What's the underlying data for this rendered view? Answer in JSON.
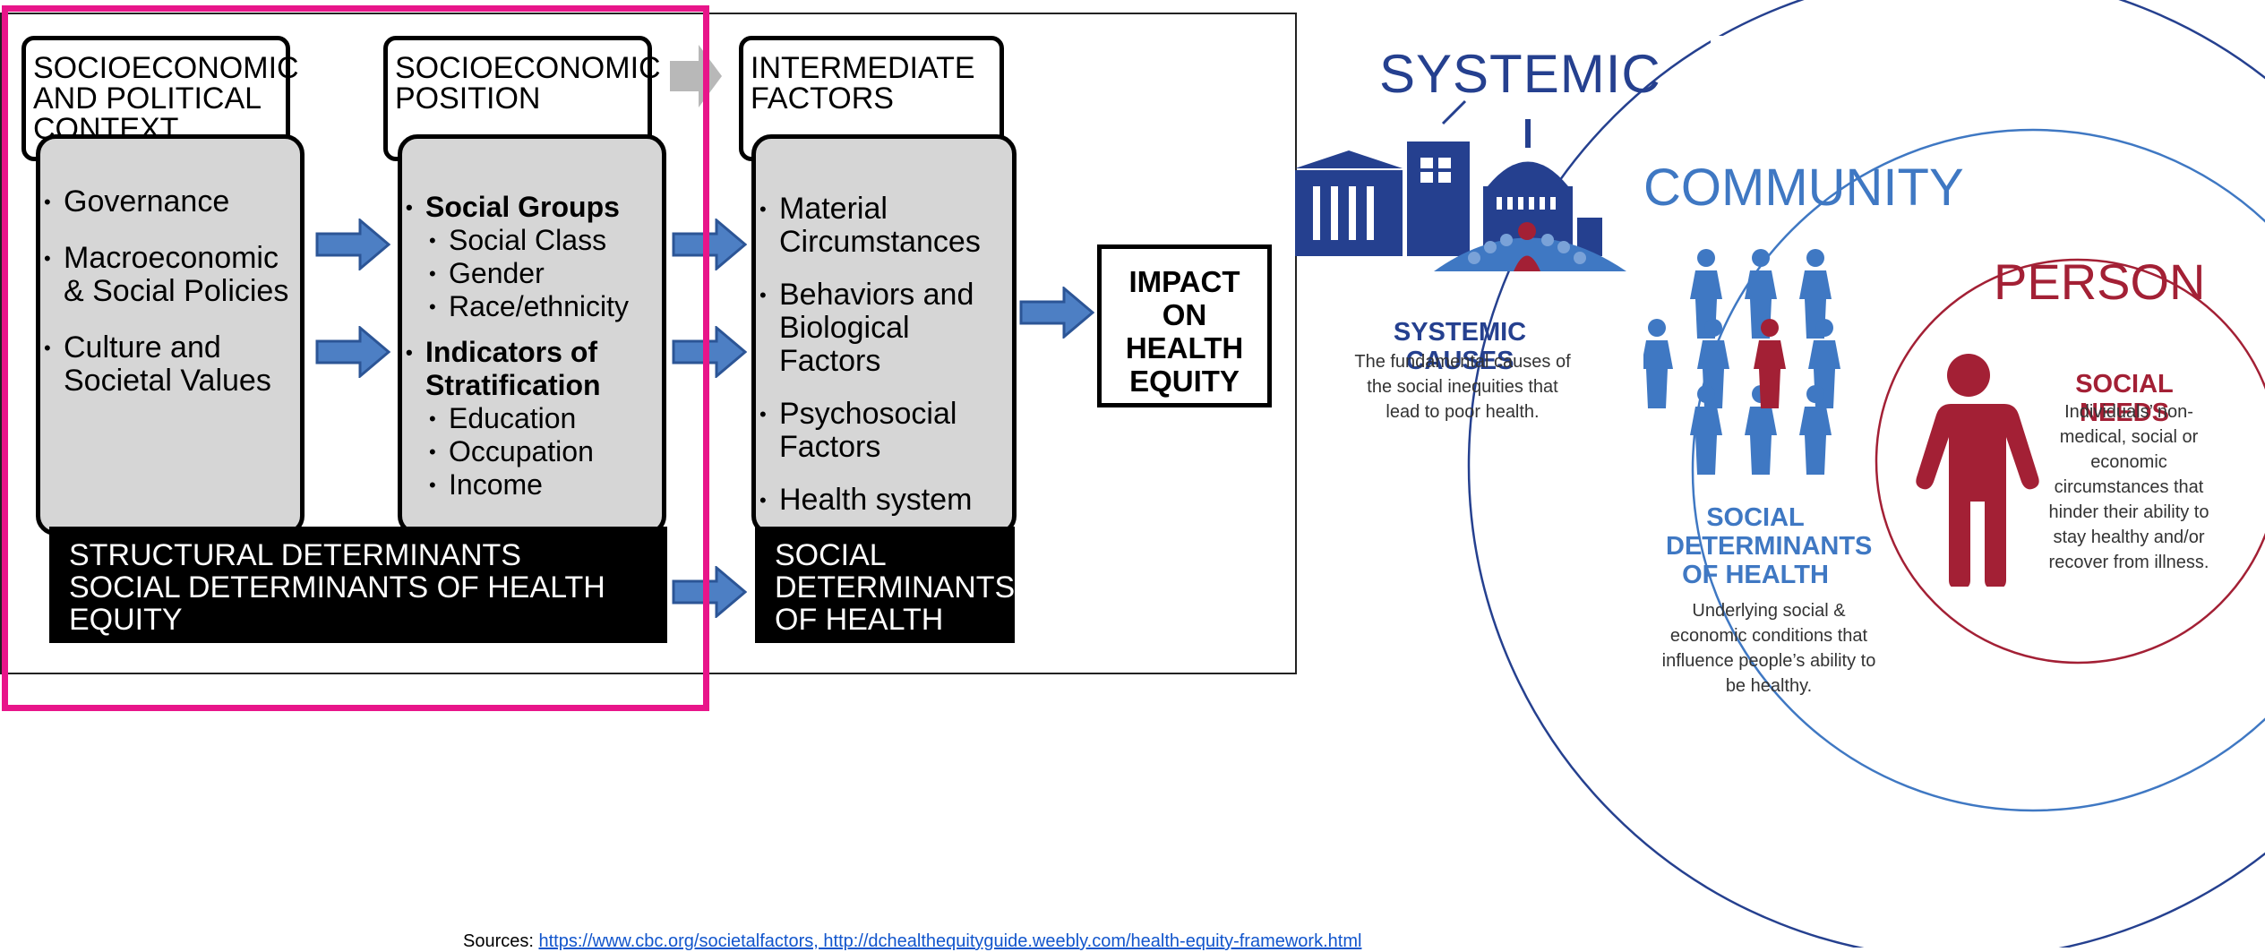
{
  "framework": {
    "headers": {
      "context": "SOCIOECONOMIC\nAND POLITICAL\nCONTEXT",
      "position": "SOCIOECONOMIC\nPOSITION",
      "intermediate": "INTERMEDIATE\nFACTORS"
    },
    "context_items": [
      "Governance",
      "Macroeconomic\n& Social Policies",
      "Culture and\nSocietal Values"
    ],
    "position_items": [
      {
        "text": "Social Groups",
        "bold": true
      },
      {
        "text": "Social Class",
        "sub": true
      },
      {
        "text": "Gender",
        "sub": true
      },
      {
        "text": "Race/ethnicity",
        "sub": true
      },
      {
        "text": "Indicators of\nStratification",
        "bold": true
      },
      {
        "text": "Education",
        "sub": true
      },
      {
        "text": "Occupation",
        "sub": true
      },
      {
        "text": "Income",
        "sub": true
      }
    ],
    "intermediate_items": [
      "Material\nCircumstances",
      "Behaviors and\nBiological\nFactors",
      "Psychosocial\nFactors",
      "Health system"
    ],
    "structural_label": "STRUCTURAL DETERMINANTS\nSOCIAL DETERMINANTS OF HEALTH\nEQUITY",
    "sdoh_label": "SOCIAL\nDETERMINANTS\nOF HEALTH",
    "impact_label": "IMPACT\nON\nHEALTH\nEQUITY",
    "highlight_color": "#e8158a"
  },
  "levels": {
    "systemic": {
      "title": "SYSTEMIC",
      "heading": "SYSTEMIC CAUSES",
      "description": "The fundamental causes of the social inequities that lead to poor health.",
      "color": "#25408f"
    },
    "community": {
      "title": "COMMUNITY",
      "heading": "SOCIAL\nDETERMINANTS\nOF HEALTH",
      "description": "Underlying social & economic conditions that influence people’s ability to be healthy.",
      "color": "#3f78c3"
    },
    "person": {
      "title": "PERSON",
      "heading": "SOCIAL NEEDS",
      "description": "Individuals’ non-medical, social or economic circumstances that hinder their ability to stay healthy and/or recover from illness.",
      "color": "#a32035"
    }
  },
  "source": {
    "prefix": "Sources: ",
    "link": "https://www.cbc.org/societalfactors, http://dchealthequityguide.weebly.com/health-equity-framework.html"
  },
  "icons": [
    "building-icon",
    "people-group-icon",
    "person-icon",
    "arrow-right-icon"
  ]
}
